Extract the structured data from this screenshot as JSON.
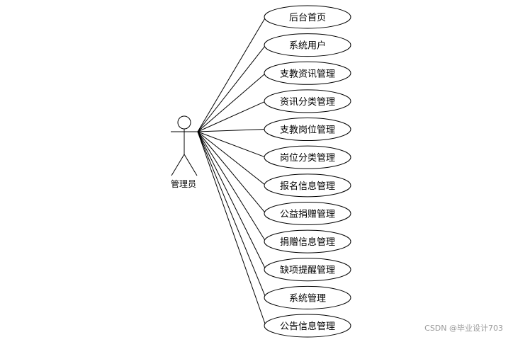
{
  "diagram": {
    "actor": {
      "label": "管理员"
    },
    "use_cases": [
      "后台首页",
      "系统用户",
      "支教资讯管理",
      "资讯分类管理",
      "支教岗位管理",
      "岗位分类管理",
      "报名信息管理",
      "公益捐赠管理",
      "捐赠信息管理",
      "缺项提醒管理",
      "系统管理",
      "公告信息管理"
    ]
  },
  "watermark": "CSDN @毕业设计703",
  "colors": {
    "line": "#000000",
    "background": "#ffffff",
    "watermark": "#9a9a9a"
  }
}
